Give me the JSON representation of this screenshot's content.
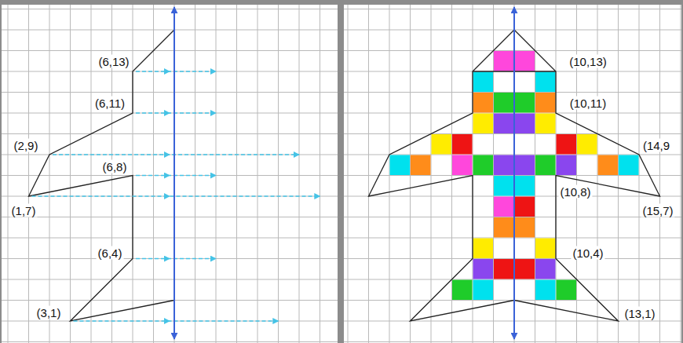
{
  "diagram": {
    "labels": [
      "(6,13)",
      "(6,11)",
      "(2,9)",
      "(6,8)",
      "(1,7)",
      "(6,4)",
      "(3,1)",
      "(10,13)",
      "(10,11)",
      "(14,9",
      "(10,8)",
      "(15,7)",
      "(10,4)",
      "(13,1)"
    ]
  }
}
